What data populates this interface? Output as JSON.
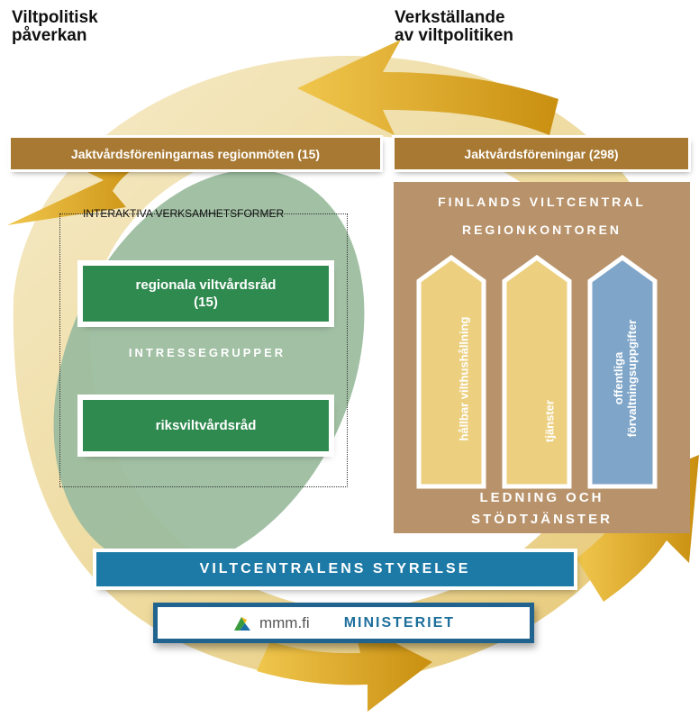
{
  "headings": {
    "left": [
      "Viltpolitisk",
      "påverkan"
    ],
    "right": [
      "Verkställande",
      "av viltpolitiken"
    ]
  },
  "bars": {
    "left": "Jaktvårdsföreningarnas regionmöten (15)",
    "right": "Jaktvårdsföreningar (298)"
  },
  "interactive": {
    "label": "INTERAKTIVA VERKSAMHETSFORMER",
    "box1": [
      "regionala viltvårdsråd",
      "(15)"
    ],
    "group": "INTRESSEGRUPPER",
    "box2": "riksviltvårdsråd"
  },
  "centre": {
    "title1": "FINLANDS VILTCENTRAL",
    "title2": "REGIONKONTOREN",
    "pillars": [
      {
        "text": [
          "hållbar vilthushållning"
        ],
        "color": "#ecd080"
      },
      {
        "text": [
          "tjänster"
        ],
        "color": "#ecd080"
      },
      {
        "text": [
          "offentliga",
          "förvaltningsuppgifter"
        ],
        "color": "#7fa6c9"
      }
    ],
    "bottom1": "LEDNING OCH",
    "bottom2": "STÖDTJÄNSTER"
  },
  "board": "VILTCENTRALENS STYRELSE",
  "ministry": {
    "logo_text": "mmm.fi",
    "label": "MINISTERIET"
  },
  "colors": {
    "arrow_gold": "#d9a21a",
    "ring": "#eedba0",
    "brown": "#a87932",
    "centre_brown": "#b8926a",
    "green": "#2f8a4f",
    "ellipse": "#9cbd9f",
    "board_blue": "#1d7aa6",
    "ministry_blue": "#20638e"
  }
}
